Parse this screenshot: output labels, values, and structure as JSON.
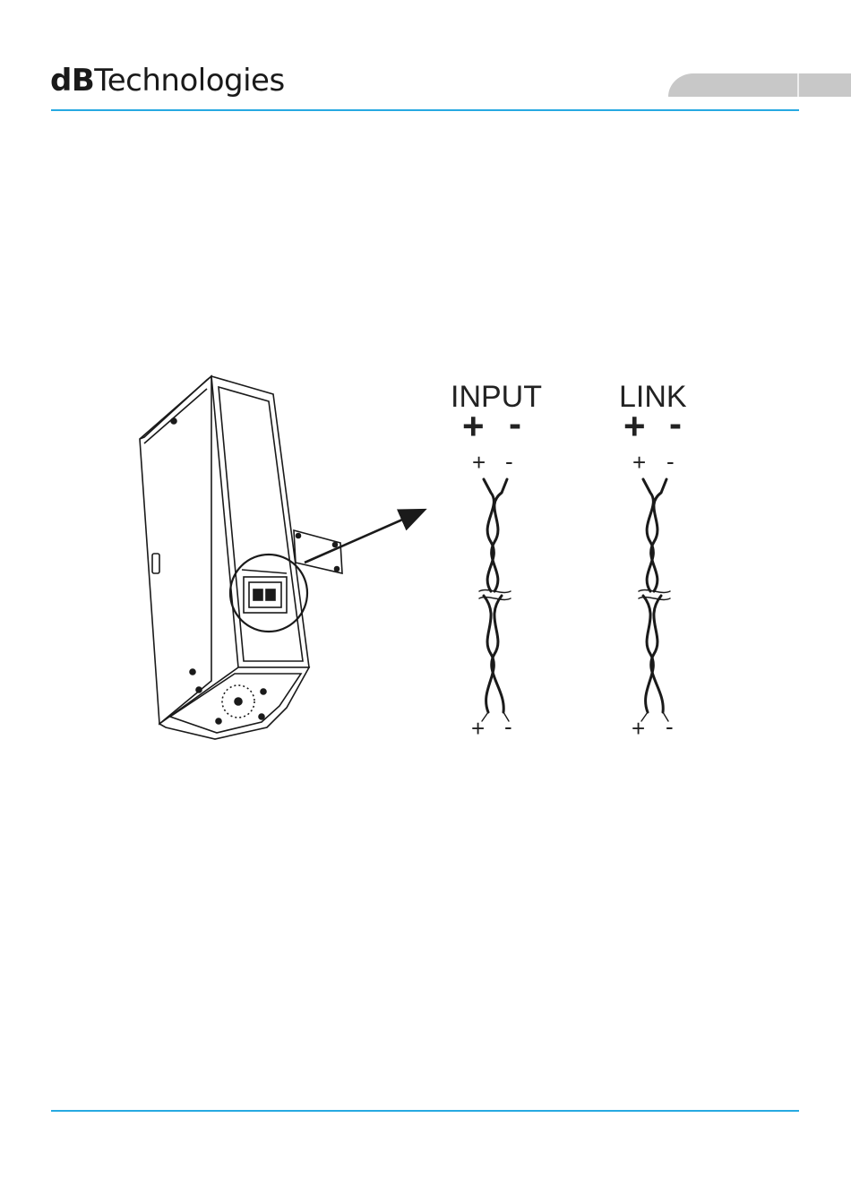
{
  "header": {
    "brand_bold": "dB",
    "brand_rest": "Technologies"
  },
  "diagram": {
    "input_label": "INPUT",
    "link_label": "LINK",
    "plus": "+",
    "minus": "-"
  },
  "colors": {
    "accent_rule": "#27a9e1",
    "tab_gray": "#c8c8c8"
  }
}
